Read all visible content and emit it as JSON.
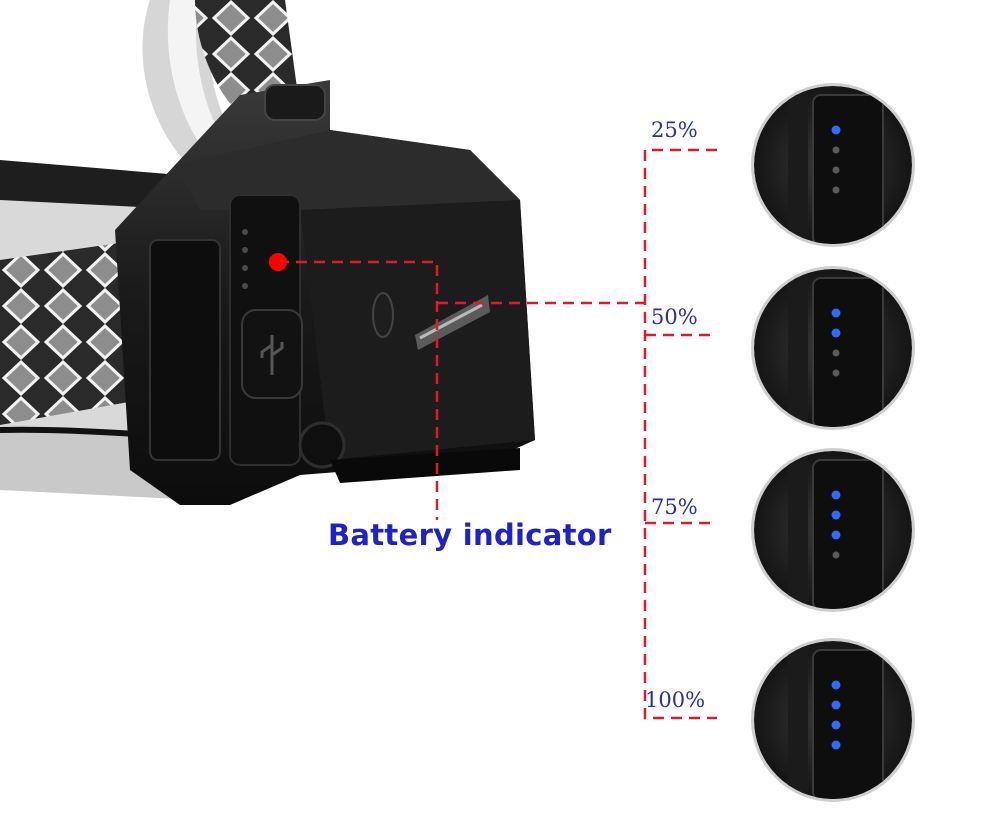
{
  "callout": {
    "label": "Battery indicator"
  },
  "levels": [
    {
      "label": "25%",
      "lit": 1,
      "total": 4
    },
    {
      "label": "50%",
      "lit": 2,
      "total": 4
    },
    {
      "label": "75%",
      "lit": 3,
      "total": 4
    },
    {
      "label": "100%",
      "lit": 4,
      "total": 4
    }
  ],
  "colors": {
    "led_on": "#2f6bff",
    "led_off": "#5a5a5a",
    "callout_line": "#e01a2a",
    "marker": "#ff0000",
    "label_text": "#2a2fa8",
    "title_text": "#1f22c9"
  },
  "icons": [
    "usb-icon",
    "power-button-icon"
  ]
}
